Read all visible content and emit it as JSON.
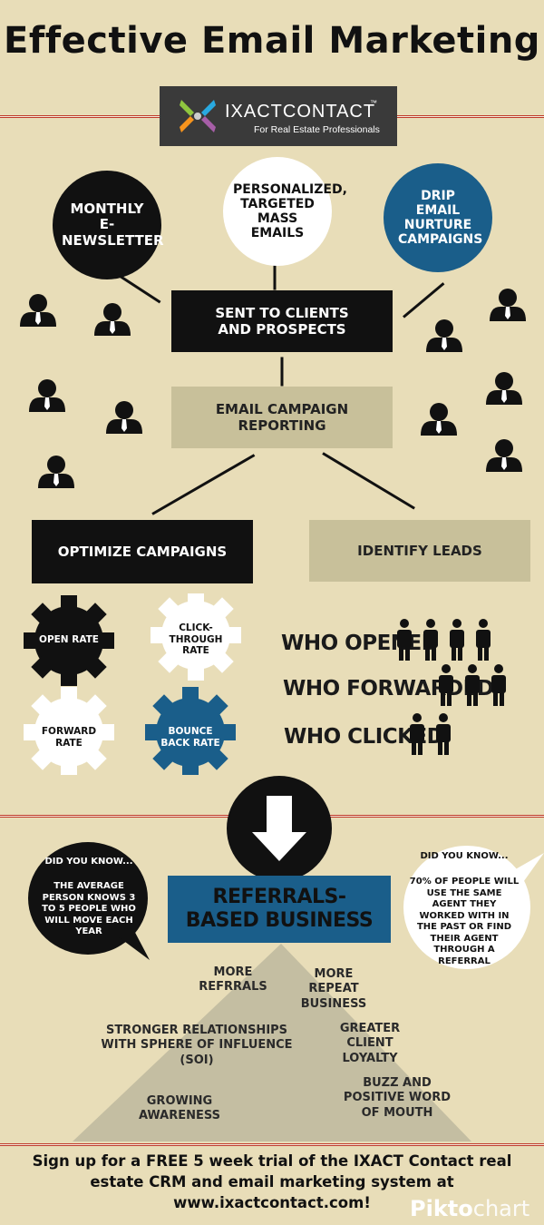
{
  "title": "Effective Email Marketing",
  "logo": {
    "name": "IXACTCONTACT",
    "trademark": "™",
    "tagline": "For Real Estate Professionals"
  },
  "top_circles": [
    {
      "text": "MONTHLY E-NEWSLETTER",
      "color": "#111111"
    },
    {
      "text": "PERSONALIZED, TARGETED MASS EMAILS",
      "color": "#ffffff"
    },
    {
      "text": "DRIP EMAIL NURTURE CAMPAIGNS",
      "color": "#1a5e8a"
    }
  ],
  "sent_box": "SENT TO CLIENTS AND PROSPECTS",
  "reporting_box": "EMAIL CAMPAIGN REPORTING",
  "optimize_box": "OPTIMIZE CAMPAIGNS",
  "identify_box": "IDENTIFY LEADS",
  "gears": [
    {
      "label": "OPEN RATE",
      "color": "#111111"
    },
    {
      "label": "CLICK-THROUGH RATE",
      "color": "#ffffff"
    },
    {
      "label": "FORWARD RATE",
      "color": "#ffffff"
    },
    {
      "label": "BOUNCE BACK RATE",
      "color": "#1a5e8a"
    }
  ],
  "who": [
    {
      "label": "WHO OPENED",
      "count": 4
    },
    {
      "label": "WHO FORWARDED",
      "count": 3
    },
    {
      "label": "WHO CLICKED",
      "count": 2
    }
  ],
  "bubble_left": {
    "heading": "DID YOU KNOW...",
    "body": "THE AVERAGE PERSON KNOWS 3 TO 5 PEOPLE WHO WILL MOVE EACH YEAR"
  },
  "bubble_right": {
    "heading": "DID YOU KNOW...",
    "body": "70% OF PEOPLE WILL USE THE SAME AGENT THEY WORKED WITH IN THE PAST OR FIND THEIR AGENT THROUGH A REFERRAL"
  },
  "referrals_box": "REFERRALS-BASED BUSINESS",
  "pyramid": {
    "more_referrals": "MORE REFRRALS",
    "more_repeat": "MORE REPEAT BUSINESS",
    "stronger": "STRONGER RELATIONSHIPS WITH SPHERE OF INFLUENCE (SOI)",
    "loyalty": "GREATER CLIENT LOYALTY",
    "awareness": "GROWING AWARENESS",
    "buzz": "BUZZ AND POSITIVE WORD OF MOUTH"
  },
  "footer": "Sign up for a FREE 5 week trial of the IXACT Contact real estate CRM and email marketing system at www.ixactcontact.com!",
  "watermark": {
    "bold": "Pikto",
    "light": "chart"
  },
  "colors": {
    "background": "#e8ddb8",
    "blue": "#1a5e8a",
    "khaki": "#c8c09a",
    "black": "#111111",
    "red_rule": "#c0392b"
  }
}
